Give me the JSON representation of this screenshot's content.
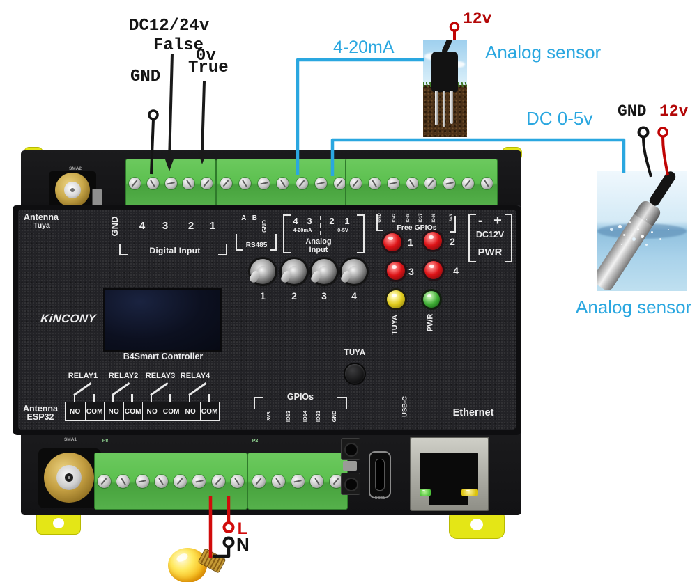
{
  "annotations": {
    "power_label": "DC12/24v",
    "false_label": "False",
    "zero_label": "0v",
    "true_label": "True",
    "gnd_label": "GND",
    "current_label": "4-20mA",
    "sensor1_power": "12v",
    "sensor1_name": "Analog sensor",
    "voltage_label": "DC 0-5v",
    "sensor2_gnd": "GND",
    "sensor2_power": "12v",
    "sensor2_name": "Analog sensor",
    "live": "L",
    "neutral": "N"
  },
  "panel": {
    "antenna_tuya_1": "Antenna",
    "antenna_tuya_2": "Tuya",
    "digital": {
      "gnd": "GND",
      "n": [
        "4",
        "3",
        "2",
        "1"
      ],
      "label": "Digital Input"
    },
    "rs485": {
      "ab": "A B",
      "gnd": "GND",
      "label": "RS485"
    },
    "analog": {
      "n4": "4",
      "n3": "3",
      "sub1": "4-20mA",
      "n2": "2",
      "n1": "1",
      "sub2": "0-5V",
      "l1": "Analog",
      "l2": "Input"
    },
    "free": {
      "pins": [
        "GND",
        "IO42",
        "IO48",
        "IO17",
        "IO46",
        "3V3"
      ],
      "label": "Free GPIOs",
      "n": [
        "1",
        "2",
        "3",
        "4"
      ],
      "tuya": "TUYA",
      "pwr": "PWR"
    },
    "power": {
      "minus": "-",
      "plus": "+",
      "v": "DC12V",
      "label": "PWR"
    },
    "sw": [
      "1",
      "2",
      "3",
      "4"
    ],
    "logo": "KiNCONY",
    "model": "B4Smart Controller",
    "tuya_btn": "TUYA",
    "relays": [
      "RELAY1",
      "RELAY2",
      "RELAY3",
      "RELAY4"
    ],
    "cells": [
      "NO",
      "COM",
      "NO",
      "COM",
      "NO",
      "COM",
      "NO",
      "COM"
    ],
    "gpios": {
      "label": "GPIOs",
      "pins": [
        "3V3",
        "IO13",
        "IO14",
        "IO21",
        "GND"
      ]
    },
    "usbc": "USB-C",
    "ethernet": "Ethernet",
    "antenna_esp_1": "Antenna",
    "antenna_esp_2": "ESP32",
    "sma1": "SMA1",
    "sma2": "SMA2",
    "p8": "P8",
    "p2": "P2",
    "usb1": "USB1"
  },
  "colors": {
    "cyan": "#2aa7e0",
    "label_red": "#b30808",
    "wire_red": "#d10b0b",
    "terminal_green": "#5cc04f",
    "led_red": "#dd1317",
    "led_yellow": "#e0cc1d",
    "led_green": "#3fae35",
    "clip_yellow": "#e4e616"
  }
}
